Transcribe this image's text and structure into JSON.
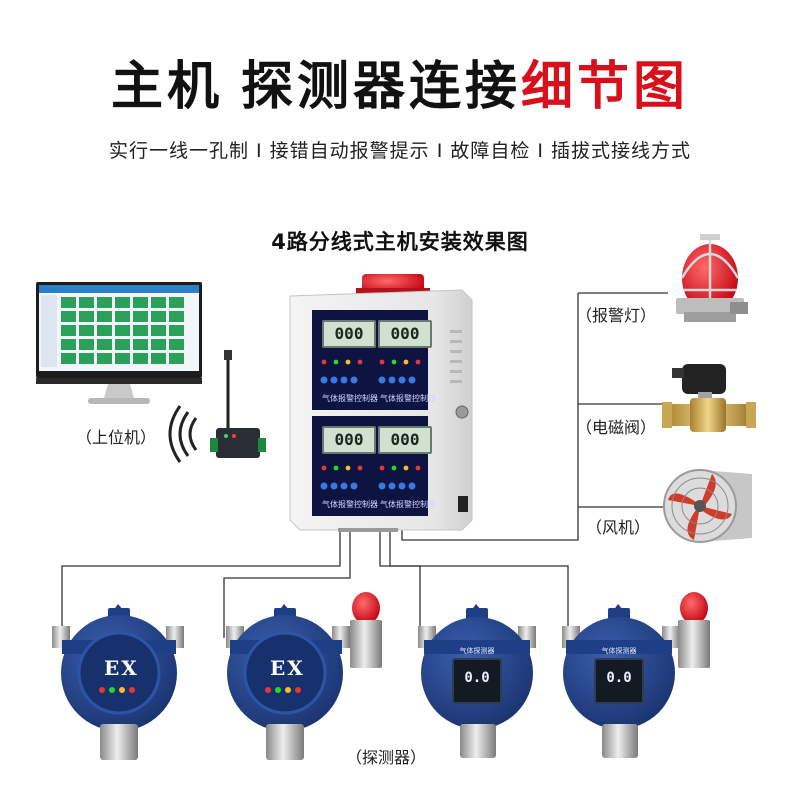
{
  "title": {
    "part1": "主机",
    "part2": "探测器连接",
    "part3": "细节图",
    "accent_color": "#d8101b"
  },
  "subtitle": "实行一线一孔制 I 接错自动报警提示 I 故障自检 I 插拔式接线方式",
  "diagram_heading": "4路分线式主机安装效果图",
  "labels": {
    "host_computer": "（上位机）",
    "alarm_light": "（报警灯）",
    "solenoid_valve": "（电磁阀）",
    "fan": "（风机）",
    "detector": "（探测器）"
  },
  "controller": {
    "lcd_values": [
      "000",
      "000",
      "000",
      "000"
    ],
    "panel_caption": "气体报警控制器"
  },
  "detectors": {
    "ex_mark": "EX",
    "screen_value": "0.0",
    "screen_caption": "气体探测器"
  },
  "colors": {
    "detector_blue": "#1e3f86",
    "alarm_red": "#e0141e",
    "line": "#333333"
  }
}
